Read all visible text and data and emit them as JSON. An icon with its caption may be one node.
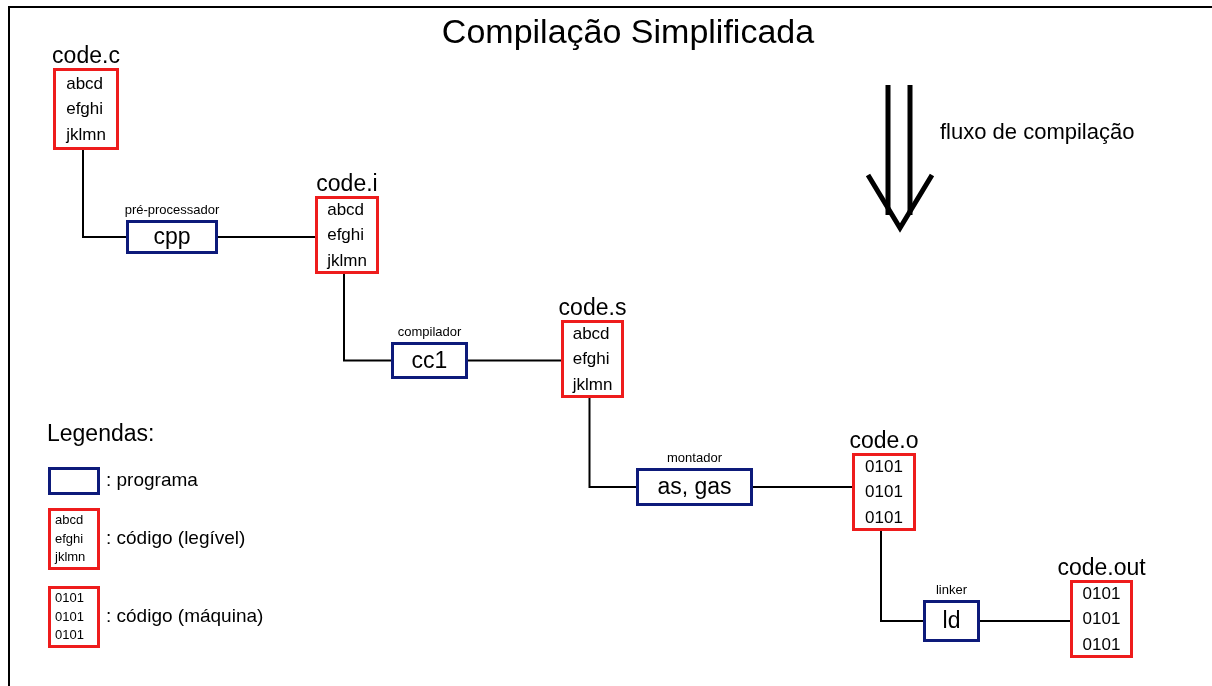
{
  "diagram": {
    "title": "Compilação Simplificada",
    "nodes": [
      {
        "text": [
          "code.c",
          "abcd efghi jklmn"
        ]
      },
      {
        "text": [
          "pré-processador",
          "cpp"
        ]
      },
      {
        "text": [
          "code.i",
          "abcd efghi jklmn"
        ]
      },
      {
        "text": [
          "compilador",
          "cc1"
        ]
      },
      {
        "text": [
          "code.s",
          "abcd efghi jklmn"
        ]
      },
      {
        "text": [
          "montador",
          "as, gas"
        ]
      },
      {
        "text": [
          "code.o",
          "0101 0101 0101"
        ]
      },
      {
        "text": [
          "linker",
          "ld"
        ]
      },
      {
        "text": [
          "code.out",
          "0101 0101 0101"
        ]
      }
    ],
    "edges": [
      {
        "from": 0,
        "to": 1,
        "arrow": "none"
      },
      {
        "from": 1,
        "to": 2,
        "arrow": "none"
      },
      {
        "from": 2,
        "to": 3,
        "arrow": "none"
      },
      {
        "from": 3,
        "to": 4,
        "arrow": "none"
      },
      {
        "from": 4,
        "to": 5,
        "arrow": "none"
      },
      {
        "from": 5,
        "to": 6,
        "arrow": "none"
      },
      {
        "from": 6,
        "to": 7,
        "arrow": "none"
      },
      {
        "from": 7,
        "to": 8,
        "arrow": "none"
      }
    ],
    "labels": [
      "fluxo de compilação",
      "Legendas:",
      "abcd efghi jklmn",
      "0101 0101 0101"
    ],
    "legend": [
      {
        "text": ": programa"
      },
      {
        "text": ": código (legível)"
      },
      {
        "text": ": código (máquina)"
      }
    ]
  }
}
